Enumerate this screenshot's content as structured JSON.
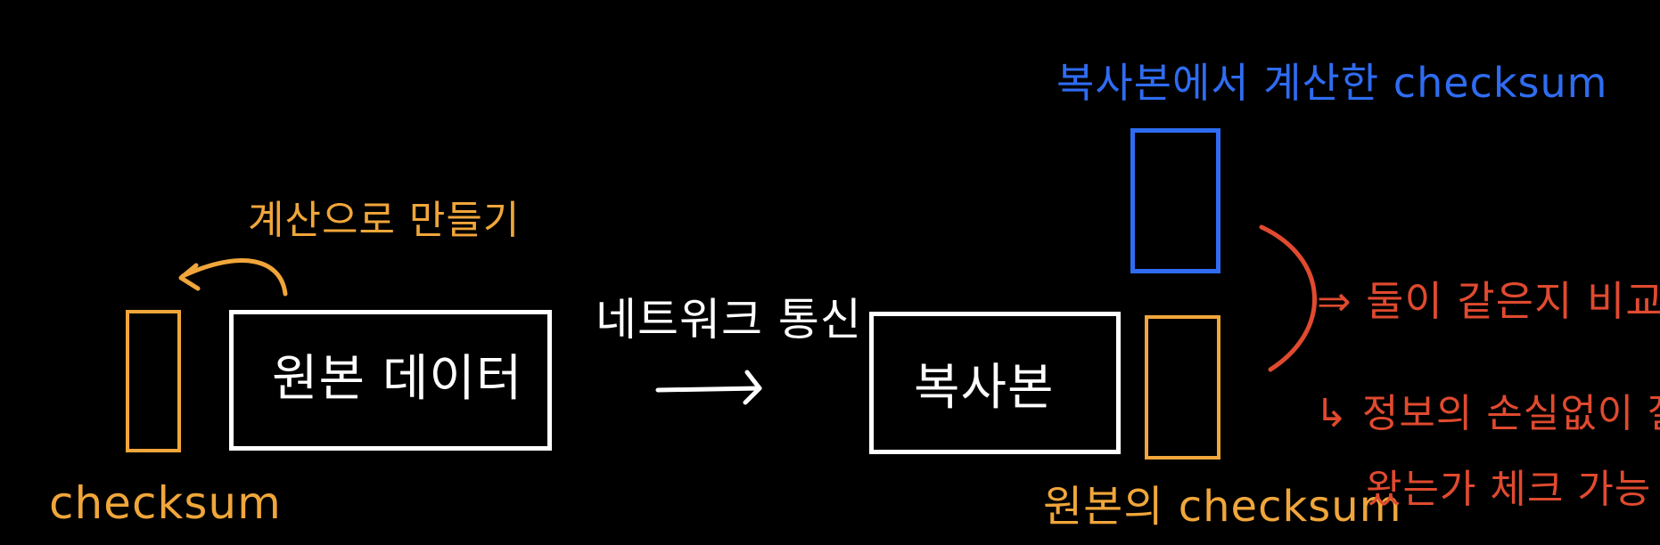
{
  "labels": {
    "compute_to_make": "계산으로 만들기",
    "checksum_left": "checksum",
    "original_data": "원본 데이터",
    "network_comm": "네트워크 통신",
    "copy": "복사본",
    "checksum_from_copy": "복사본에서 계산한 checksum",
    "original_checksum": "원본의 checksum",
    "compare_two": "⇒ 둘이 같은지 비교",
    "check_line1": "↳ 정보의 손실없이 잘",
    "check_line2": "왔는가 체크 가능"
  },
  "colors": {
    "background": "#000000",
    "white": "#ffffff",
    "orange": "#f0a63a",
    "blue": "#2f6cf2",
    "red": "#e04a2f"
  }
}
